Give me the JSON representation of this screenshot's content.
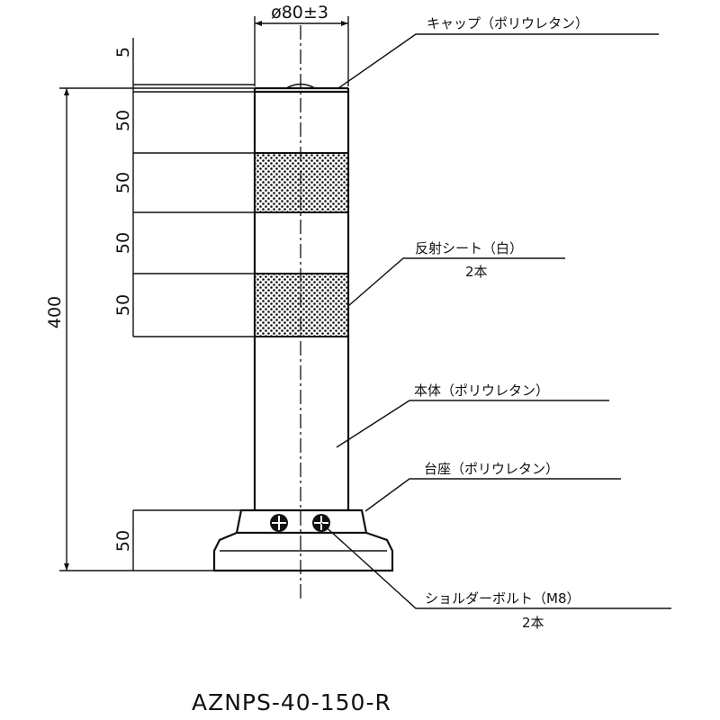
{
  "diameter_label": "ø80±3",
  "dimensions": {
    "cap": "5",
    "seg1": "50",
    "seg2": "50",
    "seg3": "50",
    "seg4": "50",
    "total": "400",
    "base": "50"
  },
  "labels": {
    "cap": "キャップ（ポリウレタン）",
    "sheet": "反射シート（白）",
    "sheet_count": "2本",
    "body": "本体（ポリウレタン）",
    "base": "台座（ポリウレタン）",
    "bolt": "ショルダーボルト（M8）",
    "bolt_count": "2本"
  },
  "model_number": "AZNPS-40-150-R",
  "colors": {
    "line": "#111111",
    "background": "#ffffff"
  }
}
